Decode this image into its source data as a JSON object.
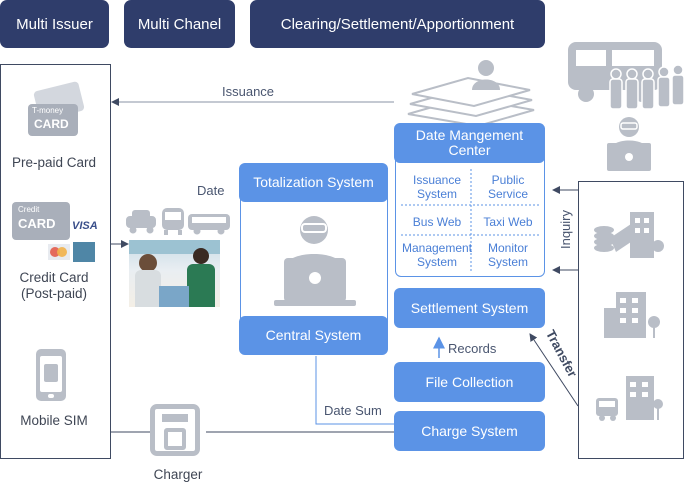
{
  "tabs": [
    "Multi Issuer",
    "Multi Chanel",
    "Clearing/Settlement/Apportionment"
  ],
  "left_panel": {
    "prepaid_card_art": {
      "line1": "T-money",
      "line2": "CARD"
    },
    "prepaid_label": "Pre-paid Card",
    "credit_card_art": {
      "line1": "Credit",
      "line2": "CARD",
      "brand": "VISA"
    },
    "credit_label_1": "Credit Card",
    "credit_label_2": "(Post-paid)",
    "mobile_label": "Mobile SIM"
  },
  "charger_label": "Charger",
  "flow_labels": {
    "issuance": "Issuance",
    "date": "Date",
    "date_sum": "Date Sum",
    "records": "Records",
    "inquiry": "Inquiry",
    "transfer": "Transfer"
  },
  "middle": {
    "totalization": "Totalization System",
    "central": "Central System"
  },
  "center": {
    "title_1": "Date Mangement",
    "title_2": "Center",
    "cells": [
      [
        "Issuance",
        "System"
      ],
      [
        "Public",
        "Service"
      ],
      [
        "Bus Web",
        ""
      ],
      [
        "Taxi Web",
        ""
      ],
      [
        "Management",
        "System"
      ],
      [
        "Monitor",
        "System"
      ]
    ]
  },
  "right_stack": {
    "settlement": "Settlement System",
    "file_collection": "File Collection",
    "charge": "Charge System"
  },
  "colors": {
    "navy": "#2f3d6b",
    "blue": "#5b93e6",
    "gray_icon": "#b9bec7",
    "line": "#3f4a62"
  }
}
